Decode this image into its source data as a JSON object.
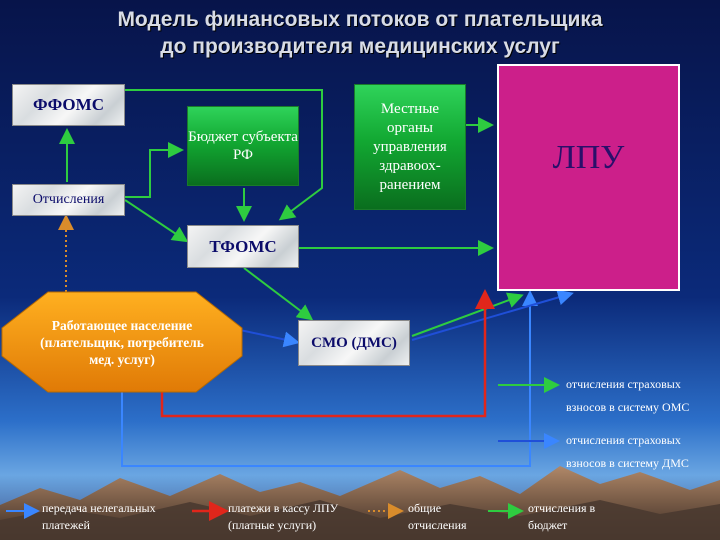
{
  "title_line1": "Модель финансовых потоков от плательщика",
  "title_line2": "до производителя медицинских услуг",
  "nodes": {
    "ffoms": "ФФОМС",
    "budget": "Бюджет субъекта РФ",
    "local_health": "Местные органы управления здравоох-ранением",
    "lpu": "ЛПУ",
    "deductions": "Отчисления",
    "tfoms": "ТФОМС",
    "population": "Работающее население (плательщик, потребитель мед. услуг)",
    "smo": "СМО (ДМС)"
  },
  "legend_right": [
    {
      "label": "отчисления страховых взносов в систему ОМС",
      "color": "#2ecc40"
    },
    {
      "label": "отчисления страховых взносов в систему ДМС",
      "color": "#1f4fd8"
    }
  ],
  "legend_bottom": [
    {
      "label": "передача нелегальных платежей",
      "color": "#3a86ff"
    },
    {
      "label": "платежи в кассу ЛПУ (платные услуги)",
      "color": "#e0261b"
    },
    {
      "label": "общие отчисления",
      "color": "#d98c2b"
    },
    {
      "label": "отчисления в бюджет",
      "color": "#2ecc40"
    }
  ]
}
